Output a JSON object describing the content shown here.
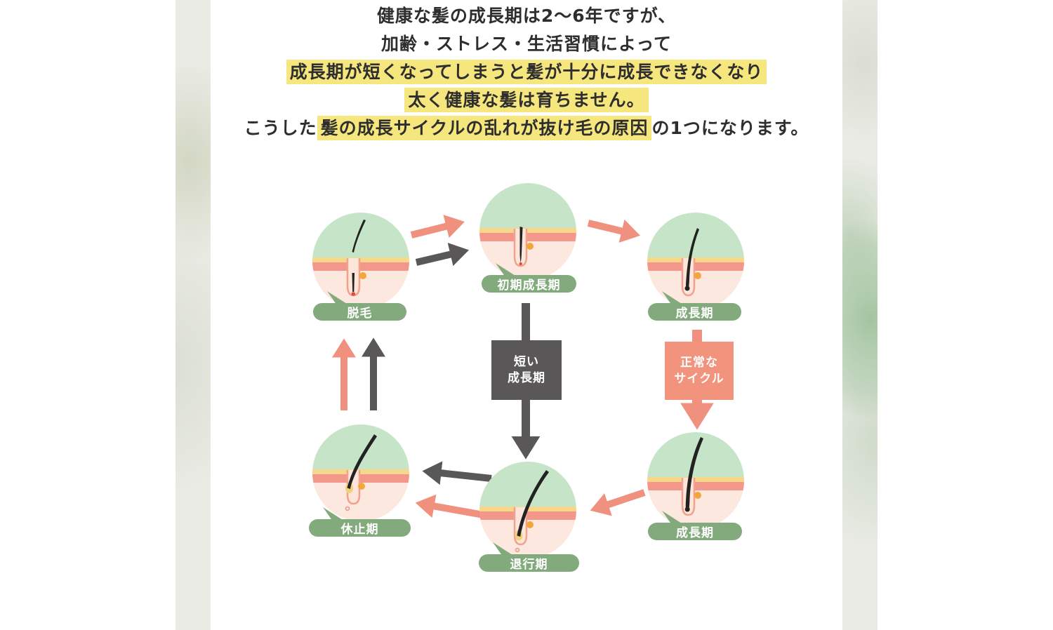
{
  "intro": {
    "line1": "健康な髪の成長期は2〜6年ですが、",
    "line2": "加齢・ストレス・生活習慣によって",
    "line3": "成長期が短くなってしまうと髪が十分に成長できなくなり",
    "line4": "太く健康な髪は育ちません。",
    "line5_pre": "こうした",
    "line5_highlight": "髪の成長サイクルの乱れが抜け毛の原因",
    "line5_post": "の1つになります。"
  },
  "diagram": {
    "stages": [
      {
        "id": "shedding",
        "label": "脱毛"
      },
      {
        "id": "early-growth",
        "label": "初期成長期"
      },
      {
        "id": "growth-top",
        "label": "成長期"
      },
      {
        "id": "growth-bottom",
        "label": "成長期"
      },
      {
        "id": "regression",
        "label": "退行期"
      },
      {
        "id": "resting",
        "label": "休止期"
      }
    ],
    "short_cycle_box": {
      "line1": "短い",
      "line2": "成長期"
    },
    "normal_cycle_box": {
      "line1": "正常な",
      "line2": "サイクル"
    }
  },
  "colors": {
    "highlight_yellow": "#f6e67e",
    "scalp_mint": "#c6e5c8",
    "scalp_yellow": "#f7d78a",
    "scalp_salmon": "#f4978b",
    "scalp_pink": "#fce8de",
    "label_green": "#83aa7d",
    "arrow_salmon": "#f0907f",
    "arrow_dark": "#595757",
    "box_dark": "#595757",
    "box_salmon": "#f2937e",
    "text": "#2e2e2e"
  }
}
